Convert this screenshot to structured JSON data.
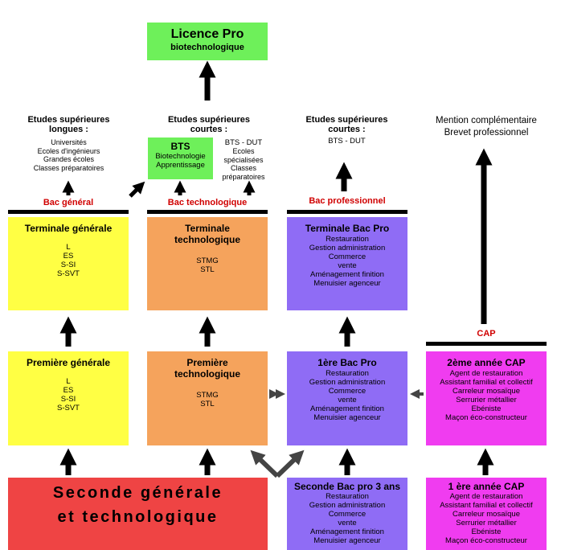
{
  "colors": {
    "yellow": "#ffff44",
    "orange": "#f5a35c",
    "purple": "#8f6cf5",
    "magenta": "#f03cf0",
    "red": "#ef4444",
    "green": "#6ef05a",
    "bar_label_red": "#d00000"
  },
  "licence": {
    "title": "Licence Pro",
    "subtitle": "biotechnologique"
  },
  "etudes_longues": {
    "title": "Etudes supérieures longues :",
    "items": [
      "Universités",
      "Ecoles d'ingénieurs",
      "Grandes écoles",
      "Classes préparatoires"
    ]
  },
  "etudes_courtes_tech": {
    "title": "Etudes supérieures courtes :"
  },
  "bts": {
    "title": "BTS",
    "items": [
      "Biotechnologie",
      "Apprentissage"
    ]
  },
  "bts_dut": {
    "title": "BTS - DUT",
    "items": [
      "Ecoles",
      "spécialisées",
      "Classes",
      "préparatoires"
    ]
  },
  "etudes_courtes_pro": {
    "title": "Etudes supérieures courtes :",
    "items": [
      "BTS - DUT"
    ]
  },
  "mention": {
    "line1": "Mention complémentaire",
    "line2": "Brevet professionnel"
  },
  "bars": {
    "bac_general": "Bac général",
    "bac_technologique": "Bac technologique",
    "bac_professionnel": "Bac professionnel",
    "cap": "CAP"
  },
  "terminale_generale": {
    "title": "Terminale générale",
    "items": [
      "L",
      "ES",
      "S-SI",
      "S-SVT"
    ]
  },
  "terminale_techno": {
    "title": "Terminale technologique",
    "items": [
      "STMG",
      "STL"
    ]
  },
  "terminale_bacpro": {
    "title": "Terminale Bac Pro",
    "items": [
      "Restauration",
      "Gestion administration",
      "Commerce",
      "vente",
      "Aménagement finition",
      "Menuisier agenceur"
    ]
  },
  "premiere_generale": {
    "title": "Première générale",
    "items": [
      "L",
      "ES",
      "S-SI",
      "S-SVT"
    ]
  },
  "premiere_techno": {
    "title": "Première technologique",
    "items": [
      "STMG",
      "STL"
    ]
  },
  "premiere_bacpro": {
    "title": "1ère Bac Pro",
    "items": [
      "Restauration",
      "Gestion administration",
      "Commerce",
      "vente",
      "Aménagement finition",
      "Menuisier agenceur"
    ]
  },
  "cap2": {
    "title": "2ème année CAP",
    "items": [
      "Agent de restauration",
      "Assistant familial et collectif",
      "Carreleur mosaïque",
      "Serrurier métallier",
      "Ebéniste",
      "Maçon éco-constructeur"
    ]
  },
  "seconde_gt": {
    "line1": "Seconde générale",
    "line2": "et technologique"
  },
  "seconde_bacpro": {
    "title": "Seconde Bac pro 3 ans",
    "items": [
      "Restauration",
      "Gestion administration",
      "Commerce",
      "vente",
      "Aménagement finition",
      "Menuisier agenceur"
    ]
  },
  "cap1": {
    "title": "1 ère année CAP",
    "items": [
      "Agent de restauration",
      "Assistant familial et collectif",
      "Carreleur mosaïque",
      "Serrurier métallier",
      "Ebéniste",
      "Maçon éco-constructeur"
    ]
  }
}
